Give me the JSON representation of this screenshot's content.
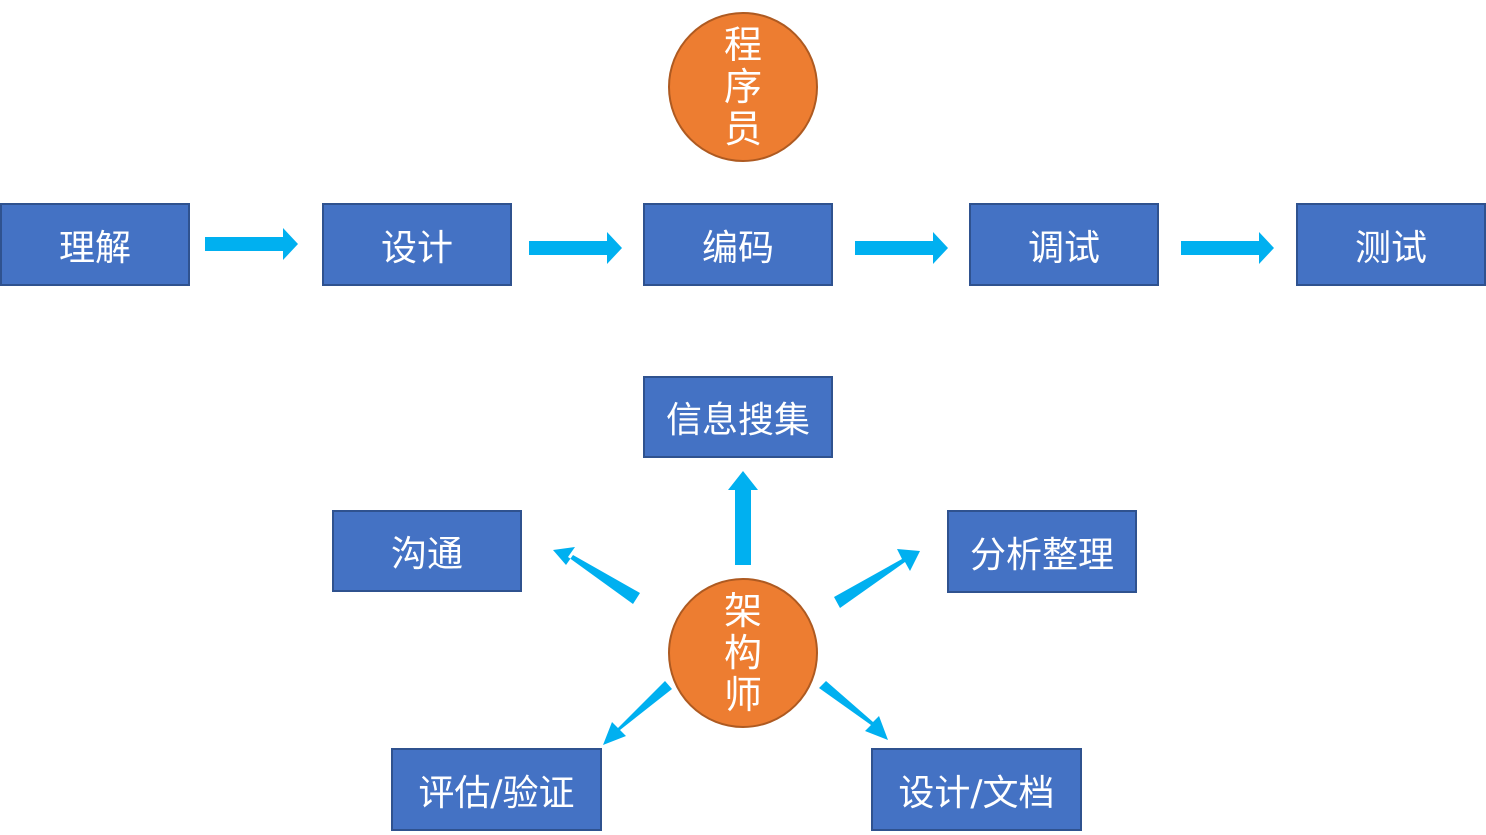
{
  "programmer": {
    "role_chars": [
      "程",
      "序",
      "员"
    ],
    "steps": [
      "理解",
      "设计",
      "编码",
      "调试",
      "测试"
    ]
  },
  "architect": {
    "role_chars": [
      "架",
      "构",
      "师"
    ],
    "tasks": {
      "top": "信息搜集",
      "left": "沟通",
      "right": "分析整理",
      "bottom_left": "评估/验证",
      "bottom_right": "设计/文档"
    }
  },
  "colors": {
    "box_fill": "#4472c4",
    "circle_fill": "#ed7d31",
    "arrow": "#00b0f0"
  }
}
